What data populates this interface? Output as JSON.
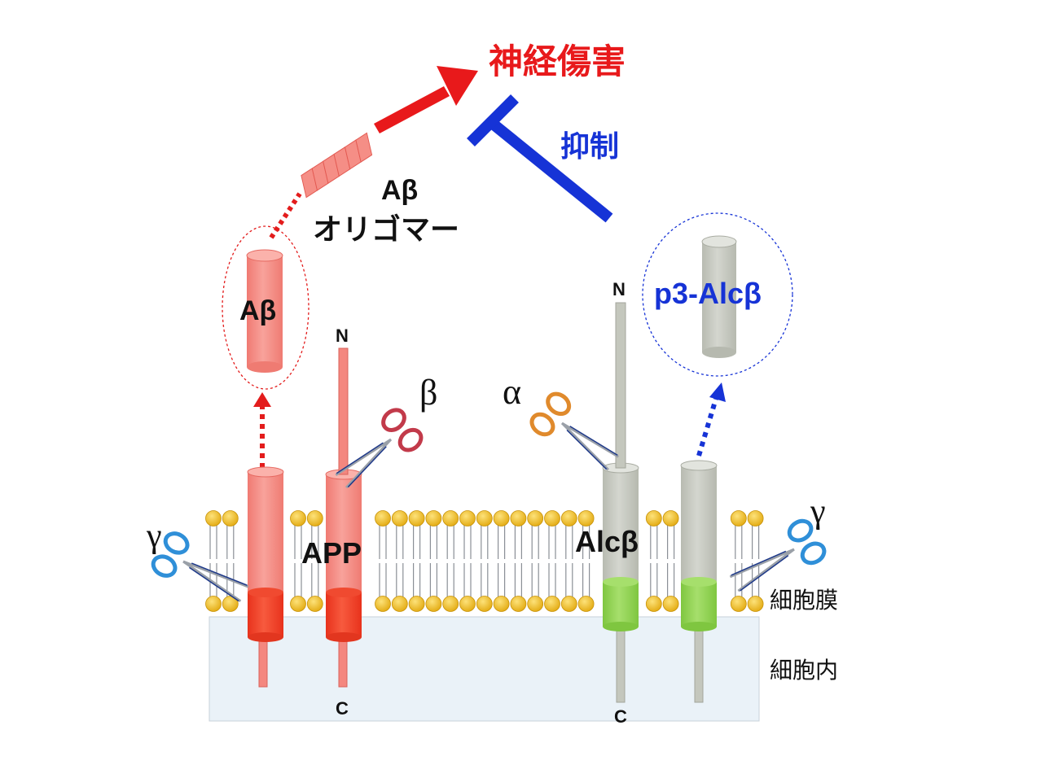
{
  "labels": {
    "neural_damage": "神経傷害",
    "suppression": "抑制",
    "abeta_line1": "Aβ",
    "abeta_line2": "オリゴマー",
    "abeta_monomer": "Aβ",
    "p3_alcb": "p3-Alcβ",
    "app": "APP",
    "alcb": "Alcβ",
    "n_app": "N",
    "c_app": "C",
    "n_alcb": "N",
    "c_alcb": "C",
    "beta": "β",
    "alpha": "α",
    "gamma_left": "γ",
    "gamma_right": "γ",
    "cell_membrane": "細胞膜",
    "intracellular": "細胞内"
  },
  "icons": {
    "scissors_beta": "scissors-icon",
    "scissors_alpha": "scissors-icon",
    "scissors_gamma": "scissors-icon"
  },
  "colors": {
    "red_text": "#e8191b",
    "blue_text": "#1633d6",
    "app_pink": "#f4877f",
    "app_dark_red": "#ee3b26",
    "alcb_gray": "#c4c7bd",
    "alcb_green": "#8fd24f",
    "lipid_head": "#f3c01e",
    "cytoplasm": "#eaf2f8",
    "scissors_blue": "#2f8fd8",
    "scissors_orange": "#e08a2c",
    "scissors_red": "#c23a4a"
  }
}
